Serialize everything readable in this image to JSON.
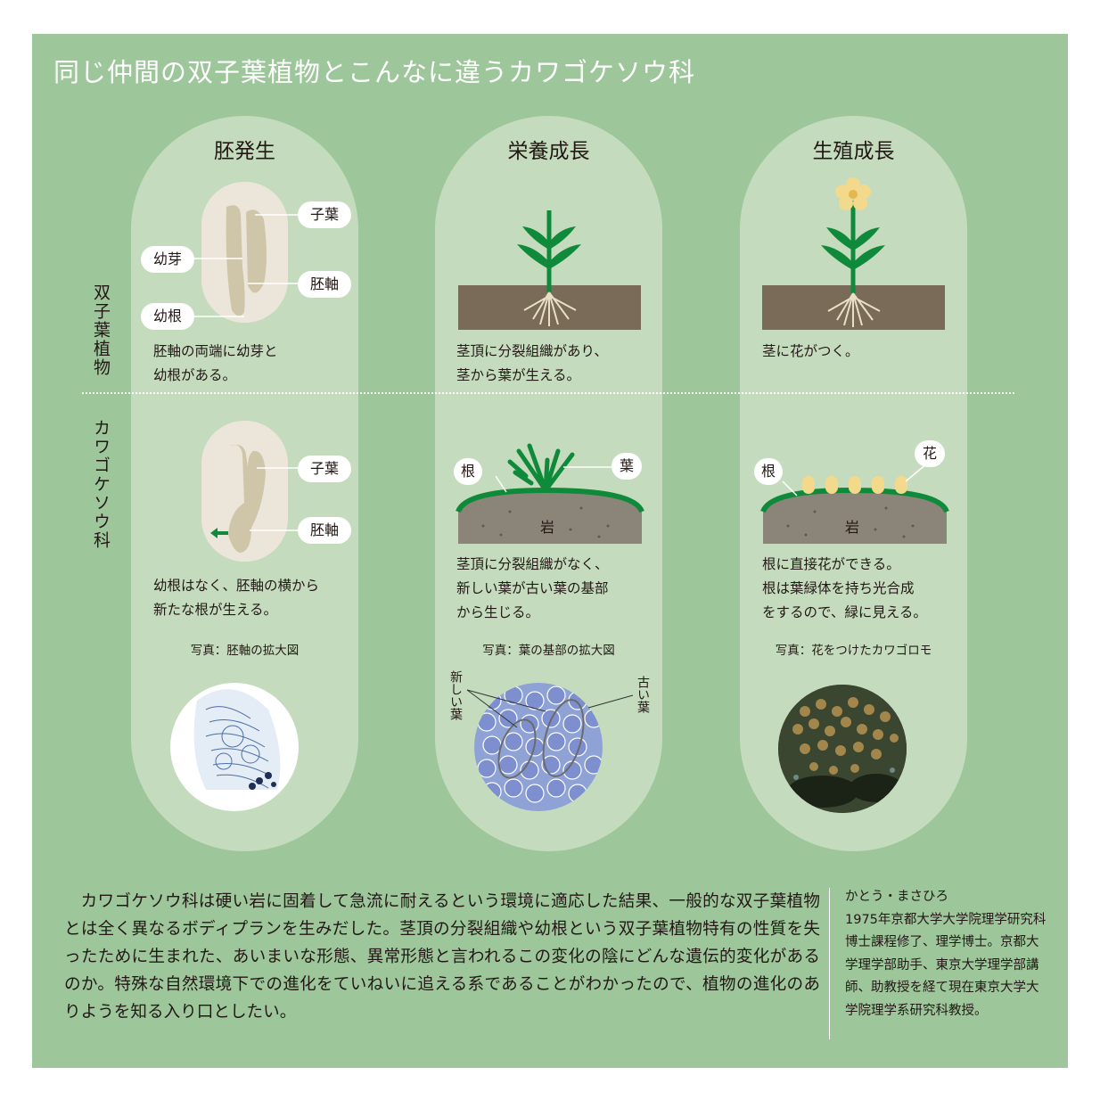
{
  "title": "同じ仲間の双子葉植物とこんなに違うカワゴケソウ科",
  "columns": [
    "胚発生",
    "栄養成長",
    "生殖成長"
  ],
  "rows": [
    "双子葉植物",
    "カワゴケソウ科"
  ],
  "labels": {
    "cotyledon": "子葉",
    "plumule": "幼芽",
    "hypocotyl": "胚軸",
    "radicle": "幼根",
    "root": "根",
    "leaf": "葉",
    "rock": "岩",
    "flower": "花",
    "new_leaf": "新しい葉",
    "old_leaf": "古い葉"
  },
  "captions": {
    "dicot_embryo": "胚軸の両端に幼芽と\n幼根がある。",
    "dicot_veg": "茎頂に分裂組織があり、\n茎から葉が生える。",
    "dicot_repro": "茎に花がつく。",
    "podo_embryo": "幼根はなく、胚軸の横から\n新たな根が生える。",
    "podo_veg": "茎頂に分裂組織がなく、\n新しい葉が古い葉の基部\nから生じる。",
    "podo_repro": "根に直接花ができる。\n根は葉緑体を持ち光合成\nをするので、緑に見える。"
  },
  "photo_captions": [
    "写真：胚軸の拡大図",
    "写真：葉の基部の拡大図",
    "写真：花をつけたカワゴロモ"
  ],
  "body_text": "カワゴケソウ科は硬い岩に固着して急流に耐えるという環境に適応した結果、一般的な双子葉植物とは全く異なるボディプランを生みだした。茎頂の分裂組織や幼根という双子葉植物特有の性質を失ったために生まれた、あいまいな形態、異常形態と言われるこの変化の陰にどんな遺伝的変化があるのか。特殊な自然環境下での進化をていねいに追える系であることがわかったので、植物の進化のありようを知る入り口としたい。",
  "bio": "かとう・まさひろ\n1975年京都大学大学院理学研究科博士課程修了、理学博士。京都大学理学部助手、東京大学理学部講師、助教授を経て現在東京大学大学院理学系研究科教授。",
  "colors": {
    "panel": "#9dc69b",
    "pill": "#c4dcbd",
    "soil": "#7a6a58",
    "rock": "#8b8579",
    "plant_green": "#0f8a3a",
    "seed_coat": "#ece6da",
    "embryo": "#cfc6aa",
    "flower_yellow": "#f3d98c"
  }
}
